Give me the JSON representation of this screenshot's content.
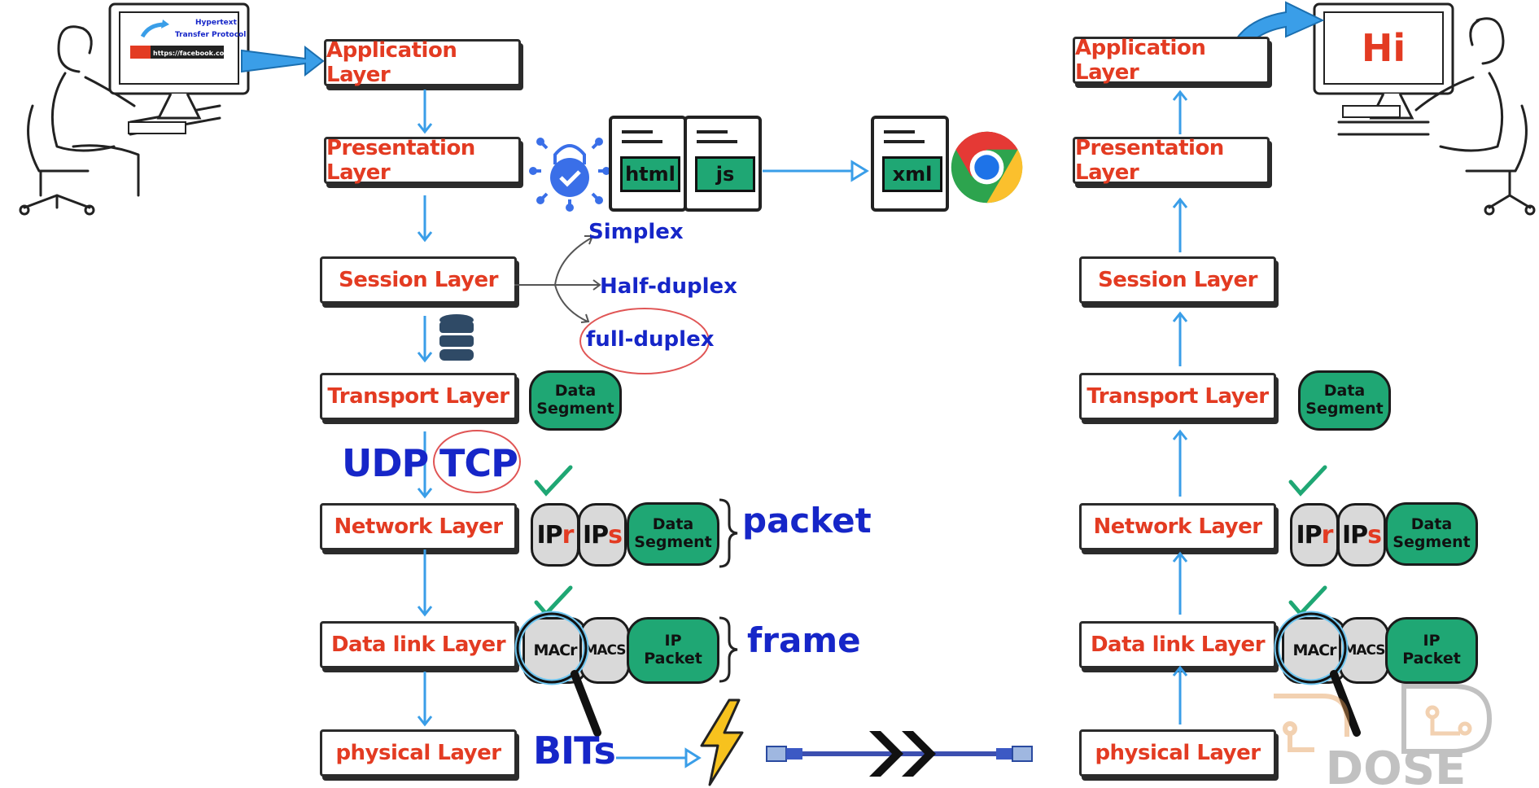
{
  "left_stack": {
    "layers": [
      {
        "label": "Application Layer"
      },
      {
        "label": "Presentation Layer"
      },
      {
        "label": "Session Layer"
      },
      {
        "label": "Transport Layer"
      },
      {
        "label": "Network Layer"
      },
      {
        "label": "Data link Layer"
      },
      {
        "label": "physical Layer"
      }
    ]
  },
  "right_stack": {
    "layers": [
      {
        "label": "Application Layer"
      },
      {
        "label": "Presentation Layer"
      },
      {
        "label": "Session Layer"
      },
      {
        "label": "Transport Layer"
      },
      {
        "label": "Network Layer"
      },
      {
        "label": "Data link Layer"
      },
      {
        "label": "physical Layer"
      }
    ]
  },
  "sender_screen": {
    "line1": "Hypertext",
    "line2": "Transfer Protocol",
    "url": "https://facebook.com"
  },
  "receiver_screen": {
    "text": "Hi"
  },
  "presentation": {
    "file_html": "html",
    "file_js": "js",
    "file_xml": "xml"
  },
  "session_modes": {
    "simplex": "Simplex",
    "half": "Half-duplex",
    "full": "full-duplex"
  },
  "transport": {
    "segment_line1": "Data",
    "segment_line2": "Segment",
    "udp": "UDP",
    "tcp": "TCP"
  },
  "network": {
    "ip_main": "IP",
    "ip_r": "r",
    "ip_s": "s",
    "seg_line1": "Data",
    "seg_line2": "Segment",
    "label": "packet"
  },
  "datalink": {
    "mac_r": "MACr",
    "mac_s": "MACS",
    "pkt_line1": "IP",
    "pkt_line2": "Packet",
    "label": "frame"
  },
  "physical": {
    "bits": "BITs"
  },
  "logo": {
    "text": "DOSE"
  },
  "colors": {
    "layer_text": "#e33b22",
    "pill_green": "#1fa774",
    "annot_blue": "#1626c8",
    "arrow_blue": "#3a9ee8"
  }
}
